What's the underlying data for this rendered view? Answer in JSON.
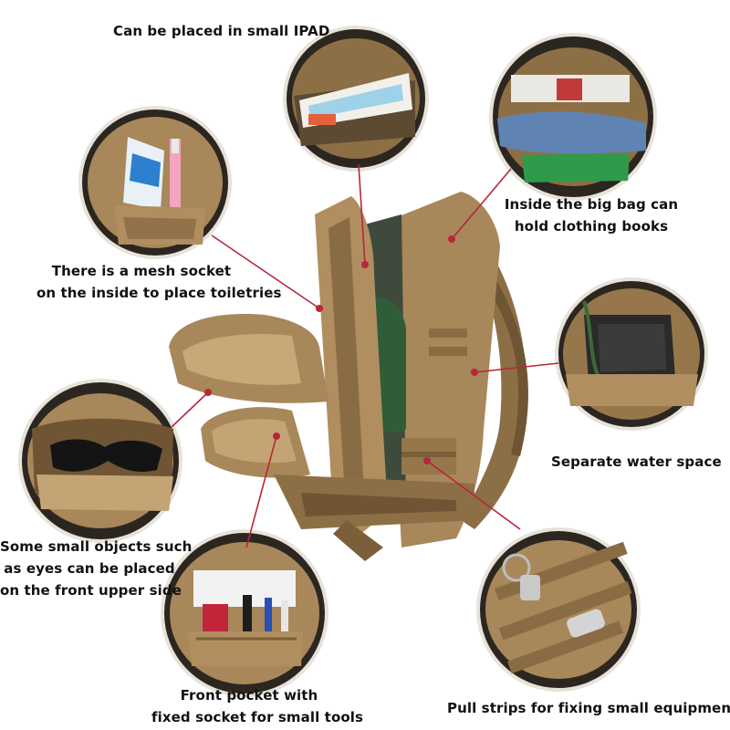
{
  "labels": {
    "ipad": "Can be placed in small IPAD",
    "big_bag_line1": "Inside the big bag can",
    "big_bag_line2": "hold clothing books",
    "mesh_line1": "There is a mesh socket",
    "mesh_line2": "on the inside to place toiletries",
    "water": "Separate water space",
    "small_objects_line1": "Some small objects such",
    "small_objects_line2": "as eyes can be placed",
    "small_objects_line3": "on the front upper side",
    "front_pocket_line1": "Front pocket with",
    "front_pocket_line2": "fixed socket for small tools",
    "pull_strips": "Pull strips for fixing small equipment"
  },
  "colors": {
    "background": "#ffffff",
    "pointer_line": "#b8263a",
    "pointer_dot": "#b8263a",
    "bag_tan": "#a8875a",
    "bag_dark": "#7a5f3a",
    "text": "#111111"
  }
}
